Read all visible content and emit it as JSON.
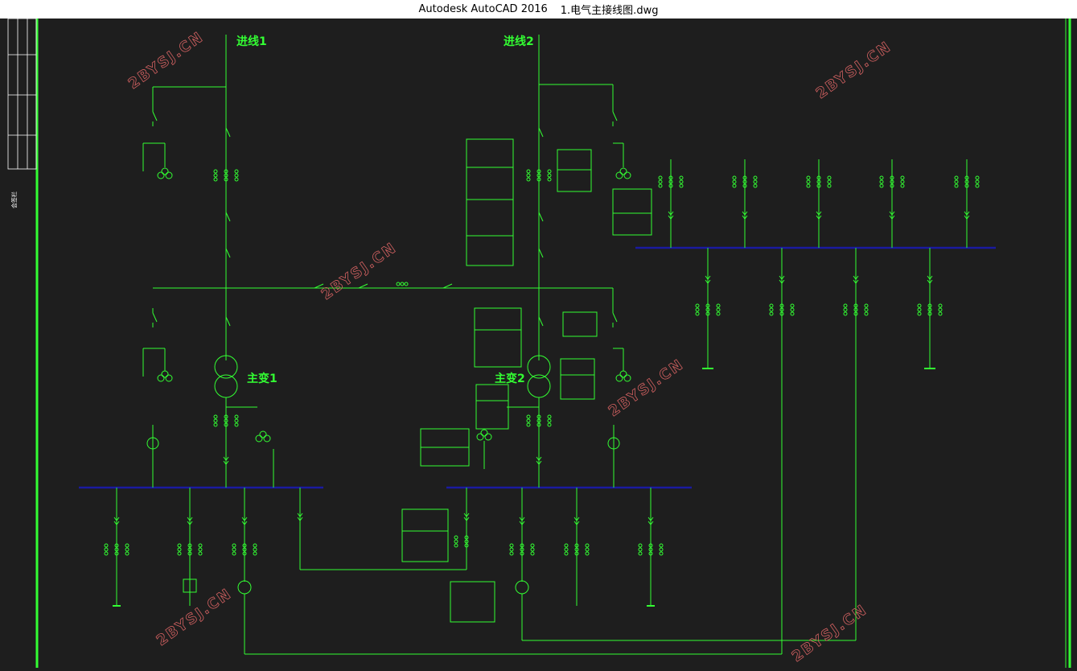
{
  "window": {
    "app_title": "Autodesk AutoCAD 2016",
    "file_name": "1.电气主接线图.dwg"
  },
  "diagram": {
    "incoming_line_1": "进线1",
    "incoming_line_2": "进线2",
    "transformer_1": "主变1",
    "transformer_2": "主变2",
    "watermark": "2BYSJ.CN",
    "sidebar_label": "会签栏"
  },
  "colors": {
    "background": "#1e1e1e",
    "lines": "#33ff33",
    "busbar": "#1a1aa0",
    "frame": "#33ff33",
    "watermark": "#d06060"
  }
}
